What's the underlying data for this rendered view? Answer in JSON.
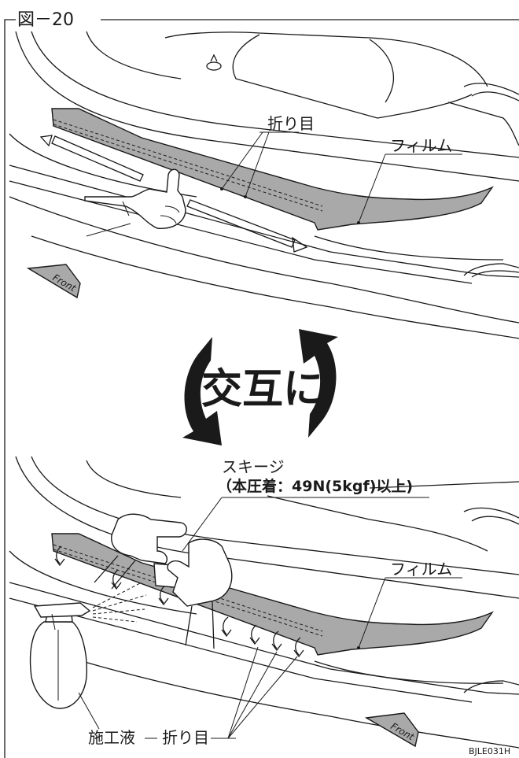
{
  "figure": {
    "title": "図－20",
    "image_code": "BJLE031H"
  },
  "top_panel": {
    "fold_label": "折り目",
    "film_label": "フィルム",
    "front_label": "Front"
  },
  "center": {
    "alternate_label": "交互に"
  },
  "bottom_panel": {
    "squeegee_label": "スキージ",
    "pressure_label": "（本圧着：49N(5kgf)以上)",
    "film_label": "フィルム",
    "liquid_label": "施工液",
    "fold_label": "折り目",
    "front_label": "Front"
  }
}
